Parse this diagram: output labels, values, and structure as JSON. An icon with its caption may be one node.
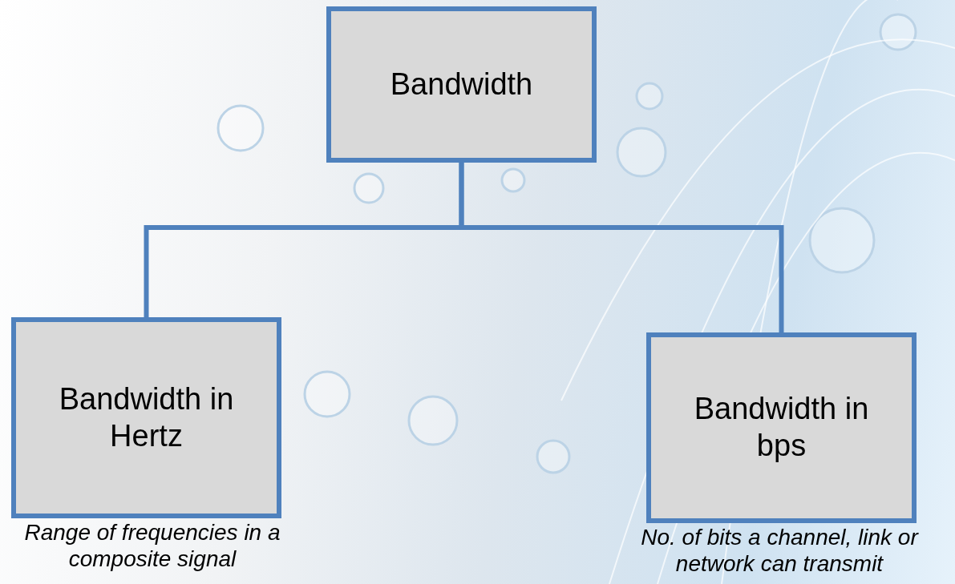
{
  "diagram": {
    "nodes": [
      {
        "text": [
          "Bandwidth"
        ]
      },
      {
        "text": [
          "Bandwidth in Hertz"
        ],
        "beside": [
          "Range of frequencies in a composite signal"
        ]
      },
      {
        "text": [
          "Bandwidth in bps"
        ],
        "beside": [
          "No. of bits a channel, link or network can transmit"
        ]
      }
    ],
    "edges": [
      {
        "from": 0,
        "to": 1,
        "arrow": "none"
      },
      {
        "from": 0,
        "to": 2,
        "arrow": "none"
      }
    ]
  }
}
